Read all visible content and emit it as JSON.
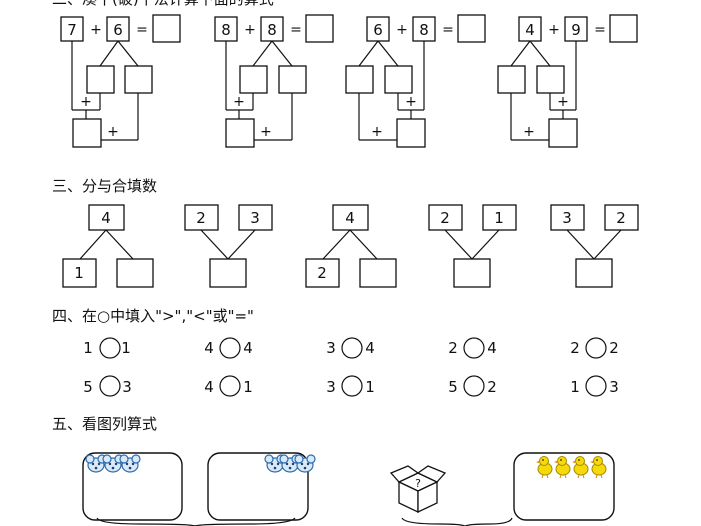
{
  "section2": {
    "heading_partial": "二、凑十(破)十法计算下面的算式",
    "problems": [
      {
        "a": "7",
        "b": "6"
      },
      {
        "a": "8",
        "b": "8"
      },
      {
        "a": "6",
        "b": "8"
      },
      {
        "a": "4",
        "b": "9"
      }
    ],
    "plus": "+",
    "equals": "="
  },
  "section3": {
    "heading": "三、分与合填数",
    "trees": [
      {
        "top": "4",
        "left": "1",
        "right": ""
      },
      {
        "top_left": "2",
        "top_right": "3",
        "bottom": ""
      },
      {
        "top": "4",
        "left": "2",
        "right": ""
      },
      {
        "top_left": "2",
        "top_right": "1",
        "bottom": ""
      },
      {
        "top_left": "3",
        "top_right": "2",
        "bottom": ""
      }
    ]
  },
  "section4": {
    "heading": "四、在○中填入\">\",\"<\"或\"=\"",
    "rows": [
      [
        [
          "1",
          "1"
        ],
        [
          "4",
          "4"
        ],
        [
          "3",
          "4"
        ],
        [
          "2",
          "4"
        ],
        [
          "2",
          "2"
        ]
      ],
      [
        [
          "5",
          "3"
        ],
        [
          "4",
          "1"
        ],
        [
          "3",
          "1"
        ],
        [
          "5",
          "2"
        ],
        [
          "1",
          "3"
        ]
      ]
    ]
  },
  "section5": {
    "heading": "五、看图列算式",
    "pictures": [
      {
        "icon": "mouse-icon",
        "count": 3
      },
      {
        "icon": "mouse-icon",
        "count": 3
      },
      {
        "icon": "question-box-icon",
        "label": "?"
      },
      {
        "icon": "chick-icon",
        "count": 4
      }
    ]
  }
}
